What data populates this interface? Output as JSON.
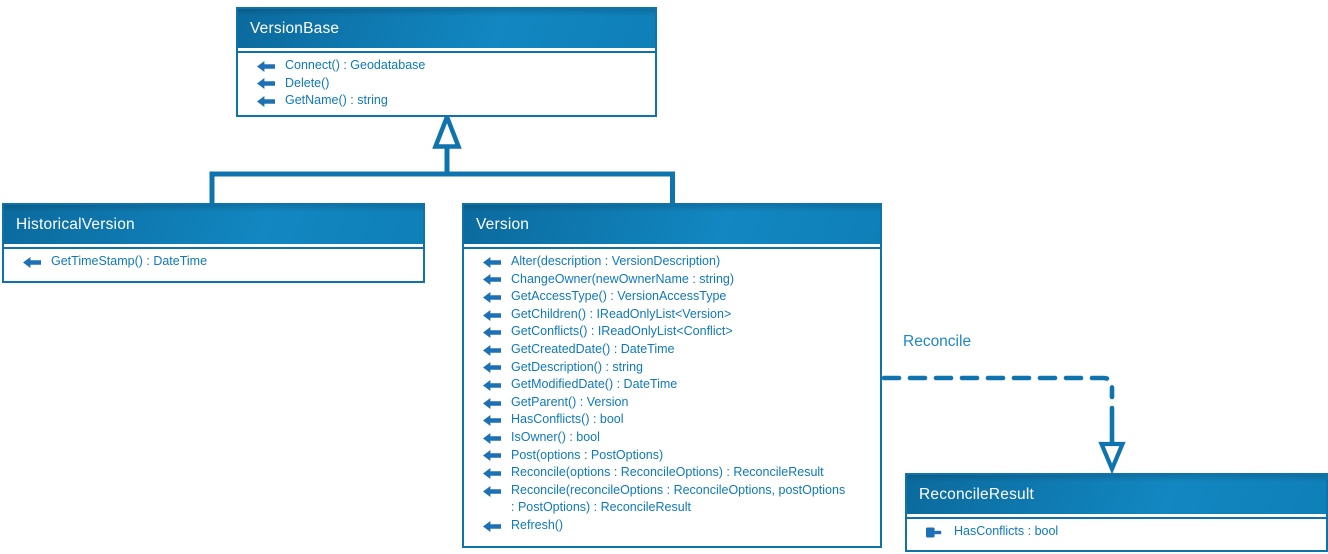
{
  "classes": [
    {
      "name": "VersionBase",
      "members": [
        {
          "icon": "method-arrow",
          "text": "Connect() : Geodatabase"
        },
        {
          "icon": "method-arrow",
          "text": "Delete()"
        },
        {
          "icon": "method-arrow",
          "text": "GetName() : string"
        }
      ]
    },
    {
      "name": "HistoricalVersion",
      "members": [
        {
          "icon": "method-arrow",
          "text": "GetTimeStamp() : DateTime"
        }
      ]
    },
    {
      "name": "Version",
      "members": [
        {
          "icon": "method-arrow",
          "text": "Alter(description : VersionDescription)"
        },
        {
          "icon": "method-arrow",
          "text": "ChangeOwner(newOwnerName : string)"
        },
        {
          "icon": "method-arrow",
          "text": "GetAccessType() : VersionAccessType"
        },
        {
          "icon": "method-arrow",
          "text": "GetChildren() : IReadOnlyList<Version>"
        },
        {
          "icon": "method-arrow",
          "text": "GetConflicts() : IReadOnlyList<Conflict>"
        },
        {
          "icon": "method-arrow",
          "text": "GetCreatedDate() : DateTime"
        },
        {
          "icon": "method-arrow",
          "text": "GetDescription() : string"
        },
        {
          "icon": "method-arrow",
          "text": "GetModifiedDate() : DateTime"
        },
        {
          "icon": "method-arrow",
          "text": "GetParent() : Version"
        },
        {
          "icon": "method-arrow",
          "text": "HasConflicts() : bool"
        },
        {
          "icon": "method-arrow",
          "text": "IsOwner() : bool"
        },
        {
          "icon": "method-arrow",
          "text": "Post(options : PostOptions)"
        },
        {
          "icon": "method-arrow",
          "text": "Reconcile(options : ReconcileOptions) : ReconcileResult"
        },
        {
          "icon": "method-arrow",
          "text": "Reconcile(reconcileOptions : ReconcileOptions, postOptions\n: PostOptions) : ReconcileResult"
        },
        {
          "icon": "method-arrow",
          "text": "Refresh()"
        }
      ]
    },
    {
      "name": "ReconcileResult",
      "members": [
        {
          "icon": "property",
          "text": "HasConflicts : bool"
        }
      ]
    }
  ],
  "relationships": {
    "generalization": {
      "base": "VersionBase",
      "derived": [
        "HistoricalVersion",
        "Version"
      ]
    },
    "association": {
      "label": "Reconcile",
      "from": "Version",
      "to": "ReconcileResult",
      "line_style": "dashed"
    }
  },
  "colors": {
    "header_gradient_start": "#0b6a9d",
    "header_gradient_end": "#1287c1",
    "box_border": "#0e72ab",
    "member_text": "#0e7ab8",
    "icon_fill": "#1e70b6",
    "connector": "#0f74ad",
    "association_label": "#1e87c6",
    "title_text": "#ffffff",
    "background": "#ffffff"
  }
}
